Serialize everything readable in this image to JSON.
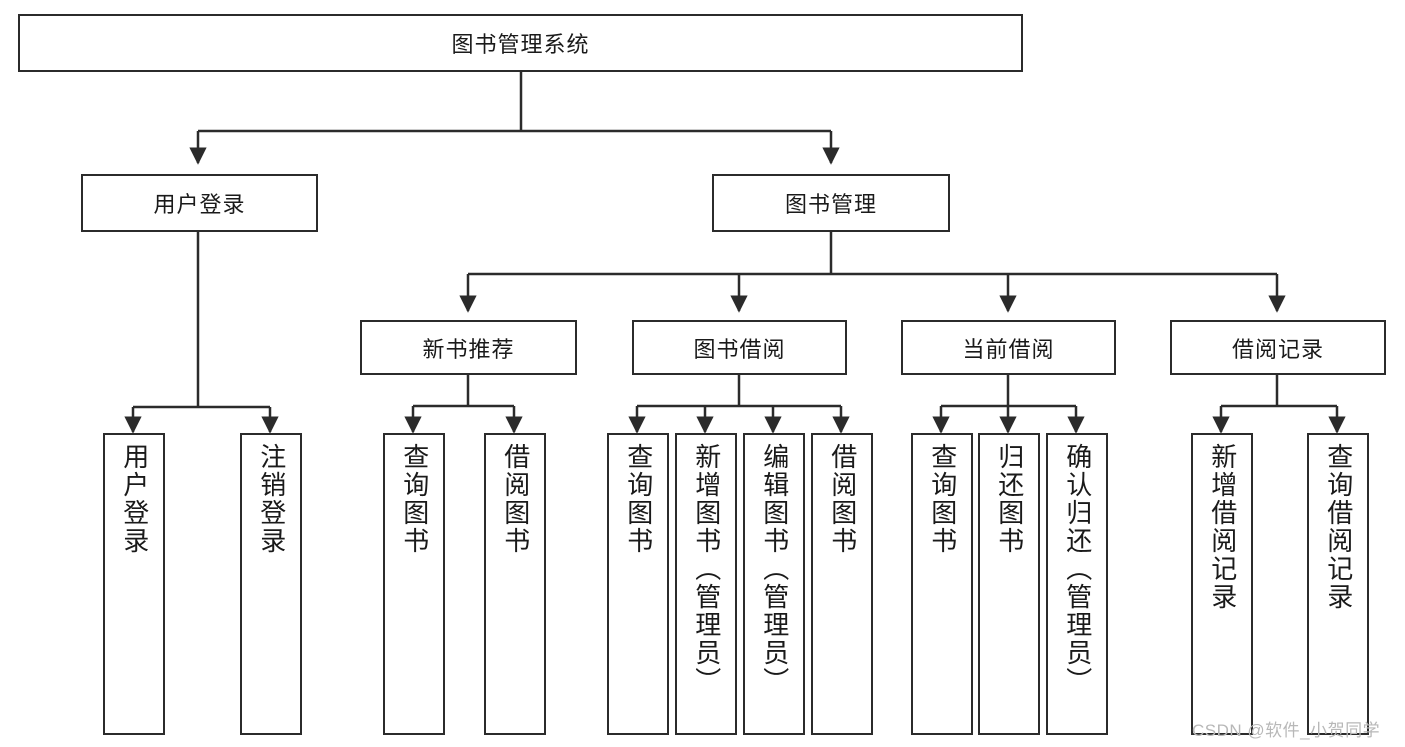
{
  "diagram": {
    "type": "hierarchy-tree",
    "title": "图书管理系统",
    "root": {
      "label": "图书管理系统"
    },
    "level2": [
      {
        "label": "用户登录"
      },
      {
        "label": "图书管理"
      }
    ],
    "level3": [
      {
        "label": "新书推荐"
      },
      {
        "label": "图书借阅"
      },
      {
        "label": "当前借阅"
      },
      {
        "label": "借阅记录"
      }
    ],
    "leaves": [
      {
        "label": "用户登录",
        "parent": "用户登录"
      },
      {
        "label": "注销登录",
        "parent": "用户登录"
      },
      {
        "label": "查询图书",
        "parent": "新书推荐"
      },
      {
        "label": "借阅图书",
        "parent": "新书推荐"
      },
      {
        "label": "查询图书",
        "parent": "图书借阅"
      },
      {
        "label": "新增图书（管理员）",
        "parent": "图书借阅"
      },
      {
        "label": "编辑图书（管理员）",
        "parent": "图书借阅"
      },
      {
        "label": "借阅图书",
        "parent": "图书借阅"
      },
      {
        "label": "查询图书",
        "parent": "当前借阅"
      },
      {
        "label": "归还图书",
        "parent": "当前借阅"
      },
      {
        "label": "确认归还（管理员）",
        "parent": "当前借阅"
      },
      {
        "label": "新增借阅记录",
        "parent": "借阅记录"
      },
      {
        "label": "查询借阅记录",
        "parent": "借阅记录"
      }
    ]
  },
  "watermark": {
    "text": "CSDN @软件_小贺同学"
  },
  "colors": {
    "line": "#2b2b2b",
    "box_border": "#2b2b2b",
    "box_fill": "#ffffff",
    "text": "#1a1a1a",
    "watermark": "#b8b8b8"
  }
}
